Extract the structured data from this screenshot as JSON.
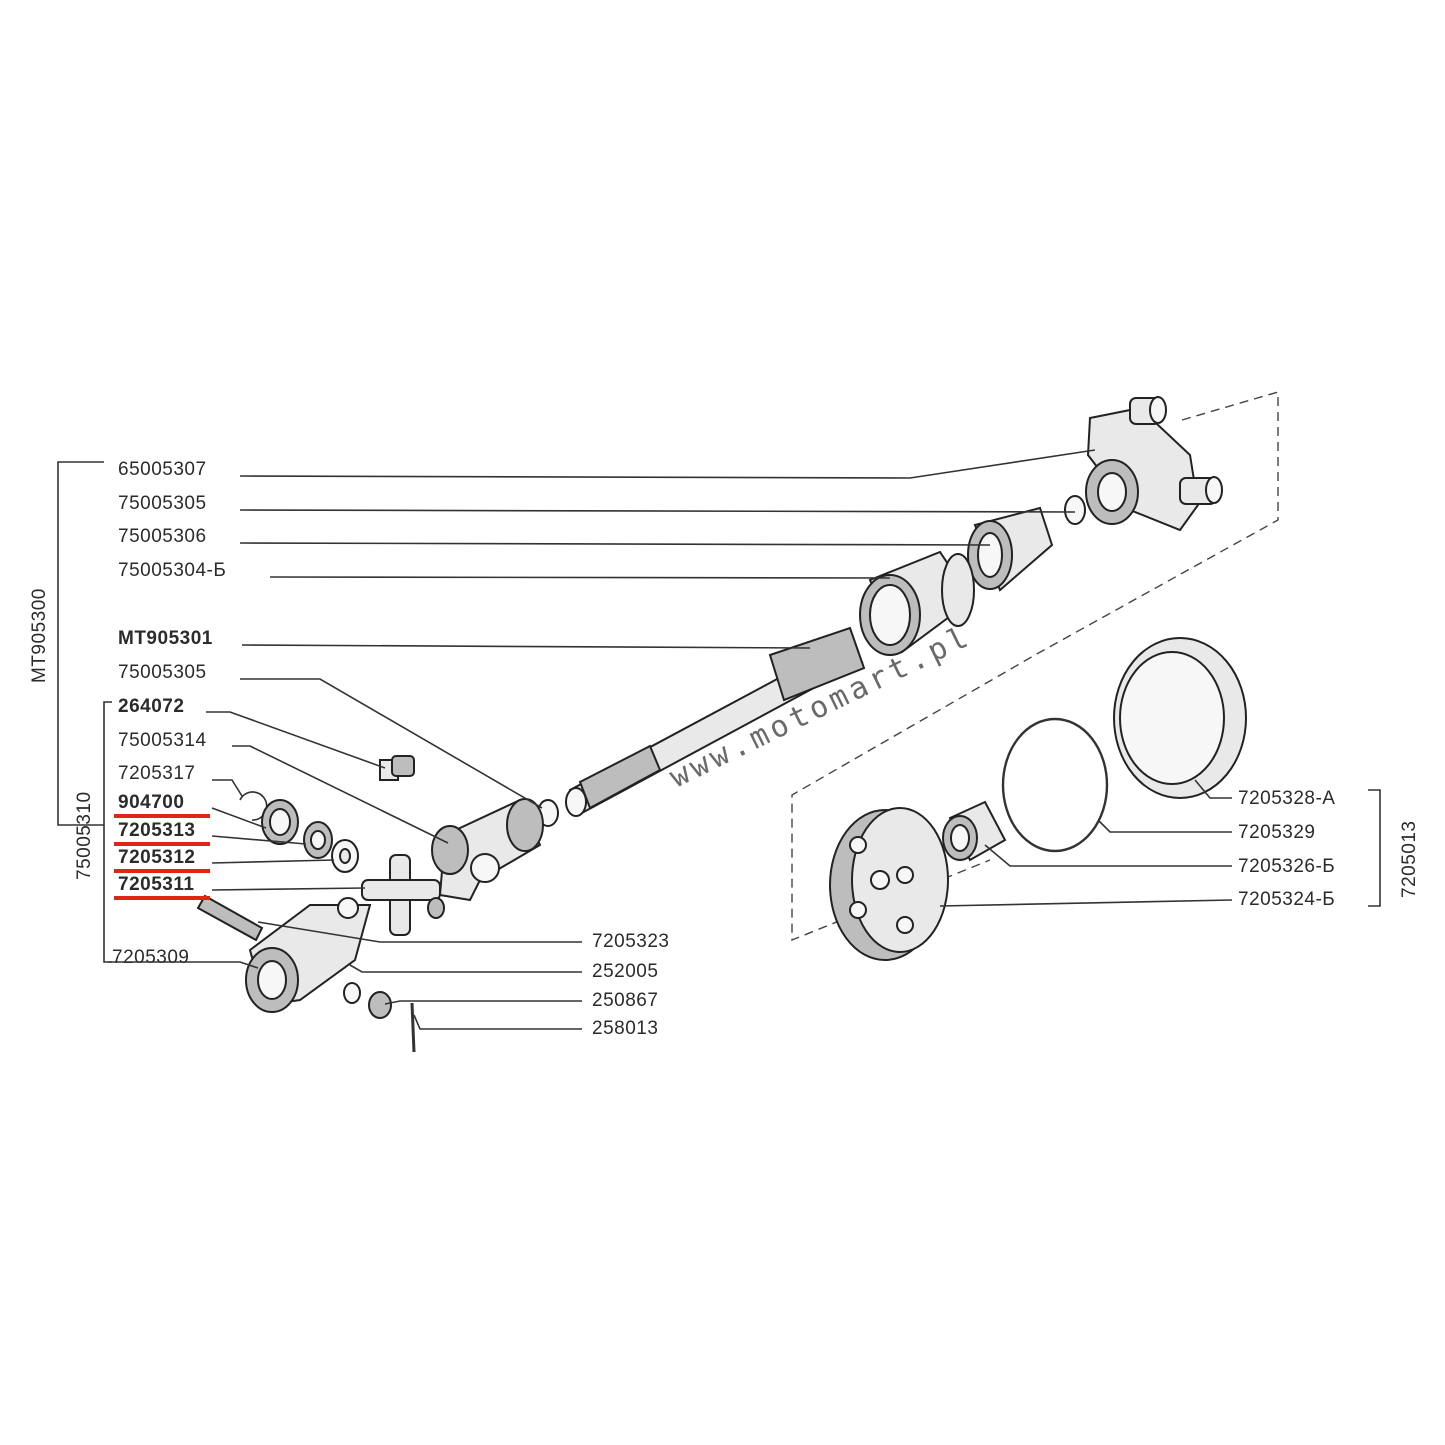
{
  "watermark": "www.motomart.pl",
  "groups": {
    "outer_assembly": "МТ905300",
    "inner_assembly": "75005310",
    "right_assembly": "7205013"
  },
  "left_labels": [
    "65005307",
    "75005305",
    "75005306",
    "75005304-Б",
    "МТ905301",
    "75005305",
    "264072",
    "75005314",
    "7205317",
    "904700",
    "7205313",
    "7205312",
    "7205311",
    "7205309"
  ],
  "bottom_labels": [
    "7205323",
    "252005",
    "250867",
    "258013"
  ],
  "right_labels": [
    "7205328-А",
    "7205329",
    "7205326-Б",
    "7205324-Б"
  ],
  "highlighted_parts": [
    "904700",
    "7205313",
    "7205312",
    "7205311"
  ],
  "highlight_color": "#e02518"
}
